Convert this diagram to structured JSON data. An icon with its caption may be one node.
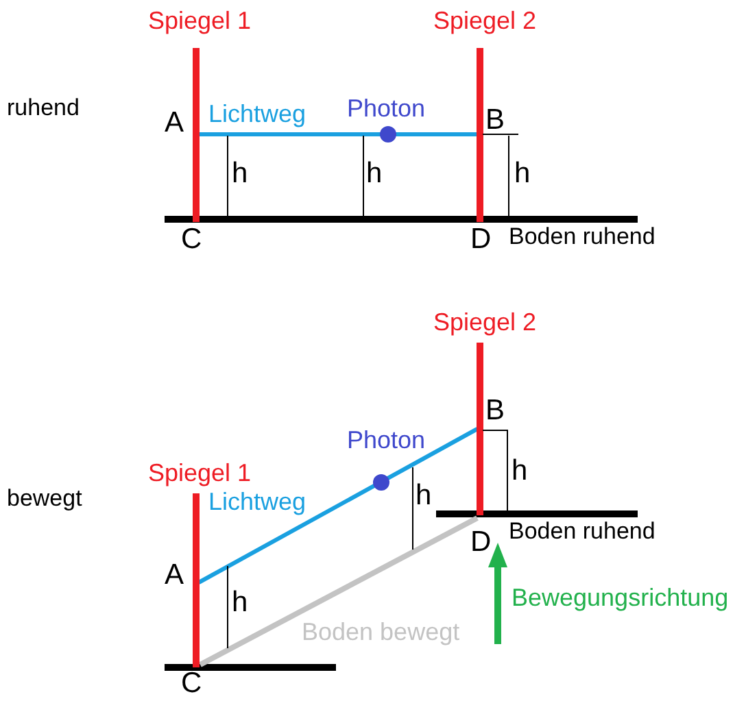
{
  "diagram": {
    "labels": [
      "Spiegel 1",
      "Spiegel 2",
      "ruhend",
      "A",
      "Lichtweg",
      "Photon",
      "B",
      "h",
      "h",
      "h",
      "C",
      "D",
      "Boden ruhend",
      "Spiegel 2",
      "B",
      "Photon",
      "Spiegel 1",
      "h",
      "bewegt",
      "Lichtweg",
      "h",
      "D",
      "Boden ruhend",
      "A",
      "h",
      "Bewegungsrichtung",
      "Boden bewegt",
      "C"
    ]
  }
}
